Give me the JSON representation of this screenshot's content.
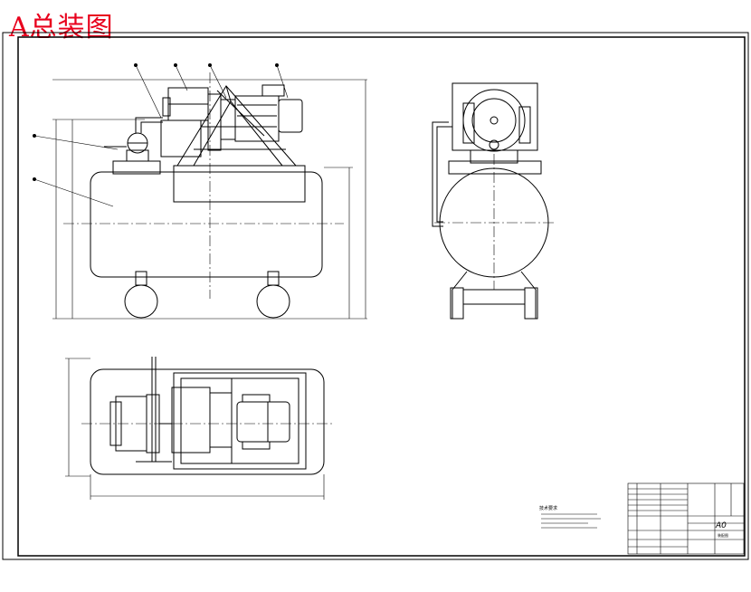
{
  "title": "A总装图",
  "title_color": "#e8001c",
  "line_color": "#000000",
  "scale_mark": "A0",
  "notes_heading": "技术要求",
  "title_block_label": "装配图",
  "dimension_labels": {
    "top_width": "",
    "side_height": "",
    "plan_width": ""
  }
}
